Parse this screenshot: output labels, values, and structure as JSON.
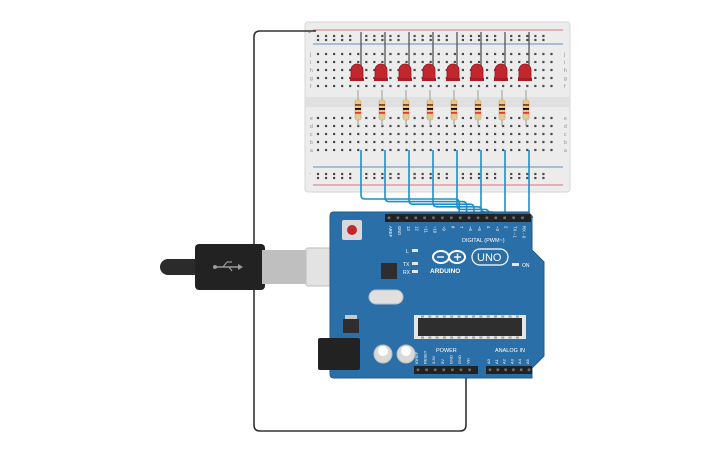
{
  "circuit": {
    "led_count": 8,
    "colors": {
      "background": "#ffffff",
      "breadboard": "#ececec",
      "board": "#2a6fa8",
      "board_edge": "#1f5b8c",
      "wire": "#1d8fc4",
      "ground_wire": "#333333",
      "led": "#c1272d",
      "resistor": "#e7c98c",
      "rail_red": "#d14b4b",
      "rail_blue": "#3b6fb0"
    },
    "breadboard": {
      "row_letters_top": [
        "j",
        "i",
        "h",
        "g",
        "f"
      ],
      "row_letters_bottom": [
        "e",
        "d",
        "c",
        "b",
        "a"
      ],
      "plus_label": "+",
      "minus_label": "-"
    },
    "arduino": {
      "brand": "ARDUINO",
      "model": "UNO",
      "digital_label": "DIGITAL (PWM~)",
      "power_label": "POWER",
      "analog_label": "ANALOG IN",
      "led_labels": [
        "L",
        "TX",
        "RX"
      ],
      "on_label": "ON",
      "header_top_labels": [
        "AREF",
        "GND",
        "13",
        "12",
        "~11",
        "~10",
        "~9",
        "8",
        "7",
        "~6",
        "~5",
        "4",
        "~3",
        "2",
        "TX→1",
        "RX←0"
      ],
      "power_pin_labels": [
        "IOREF",
        "RESET",
        "3.3V",
        "5V",
        "GND",
        "GND",
        "Vin"
      ],
      "analog_pin_labels": [
        "A0",
        "A1",
        "A2",
        "A3",
        "A4",
        "A5"
      ]
    },
    "icons": [
      "usb-icon",
      "infinity-logo-icon"
    ]
  }
}
